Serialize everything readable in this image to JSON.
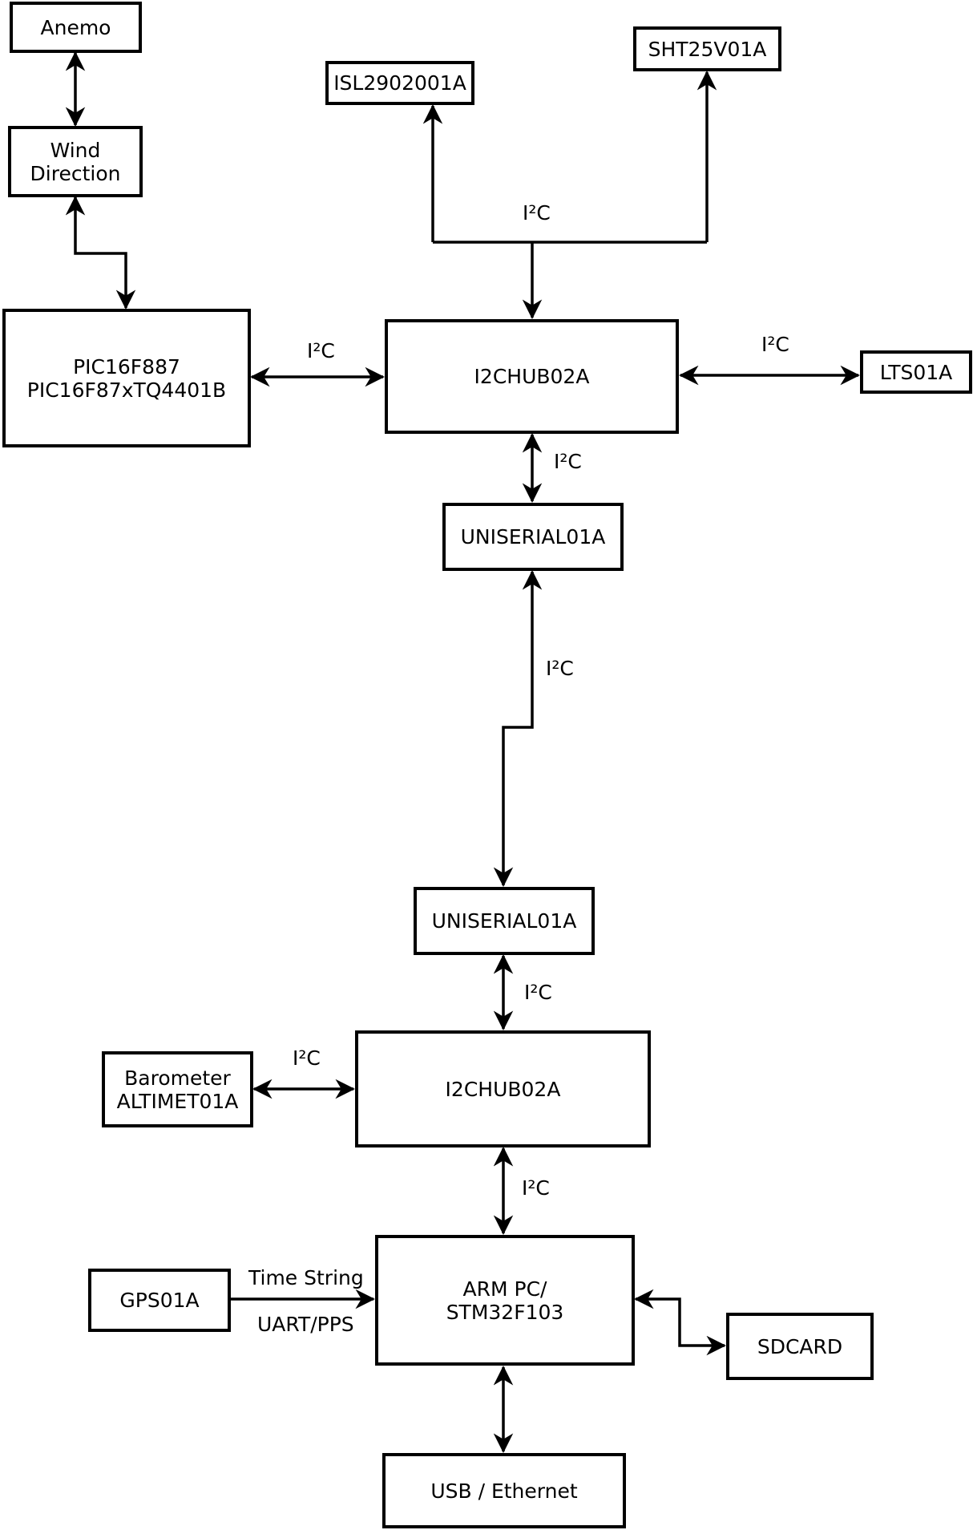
{
  "diagram": {
    "nodes": {
      "anemo": {
        "label": "Anemo"
      },
      "wind": {
        "label": "Wind\nDirection"
      },
      "isl": {
        "label": "ISL2902001A"
      },
      "sht": {
        "label": "SHT25V01A"
      },
      "pic": {
        "label": "PIC16F887\nPIC16F87xTQ4401B"
      },
      "hub1": {
        "label": "I2CHUB02A"
      },
      "lts": {
        "label": "LTS01A"
      },
      "uniserial1": {
        "label": "UNISERIAL01A"
      },
      "uniserial2": {
        "label": "UNISERIAL01A"
      },
      "hub2": {
        "label": "I2CHUB02A"
      },
      "barometer": {
        "label": "Barometer\nALTIMET01A"
      },
      "arm_pc": {
        "label": "ARM PC/\nSTM32F103"
      },
      "gps": {
        "label": "GPS01A"
      },
      "sdcard": {
        "label": "SDCARD"
      },
      "usb_ethernet": {
        "label": "USB / Ethernet"
      }
    },
    "edge_labels": {
      "bus_top": "I²C",
      "pic_hub1": "I²C",
      "hub1_lts": "I²C",
      "hub1_uni1": "I²C",
      "uni1_uni2": "I²C",
      "uni2_hub2": "I²C",
      "baro_hub2": "I²C",
      "hub2_arm": "I²C",
      "gps_arm_top": "Time String",
      "gps_arm_bottom": "UART/PPS"
    },
    "colors": {
      "line": "#000000",
      "background": "#ffffff",
      "text": "#000000"
    }
  }
}
